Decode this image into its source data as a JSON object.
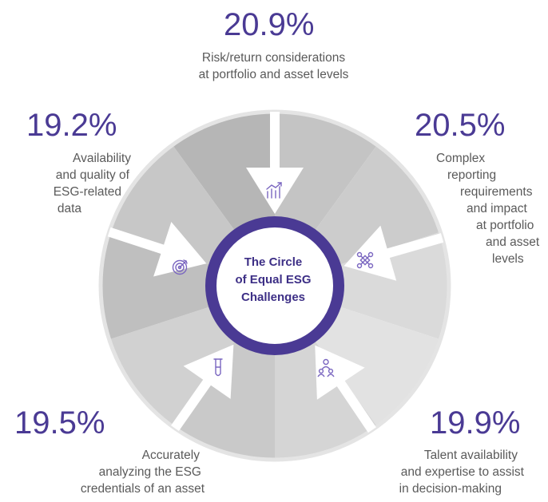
{
  "title": [
    "The Circle",
    "of Equal ESG",
    "Challenges"
  ],
  "segments": [
    {
      "percent": "20.9%",
      "label": [
        "Risk/return considerations",
        "at portfolio and asset levels"
      ],
      "icon": "bar-chart-icon"
    },
    {
      "percent": "20.5%",
      "label": [
        "Complex",
        "reporting",
        "requirements",
        "and impact",
        "at portfolio",
        "and asset",
        "levels"
      ],
      "icon": "network-icon"
    },
    {
      "percent": "19.9%",
      "label": [
        "Talent availability",
        "and expertise to assist",
        "in decision-making"
      ],
      "icon": "people-icon"
    },
    {
      "percent": "19.5%",
      "label": [
        "Accurately",
        "analyzing the ESG",
        "credentials of an asset"
      ],
      "icon": "test-tube-icon"
    },
    {
      "percent": "19.2%",
      "label": [
        "Availability",
        "and quality of",
        "ESG-related",
        "data"
      ],
      "icon": "target-icon"
    }
  ],
  "chart_data": {
    "type": "pie",
    "categories": [
      "Risk/return considerations at portfolio and asset levels",
      "Complex reporting requirements and impact at portfolio and asset levels",
      "Talent availability and expertise to assist in decision-making",
      "Accurately analyzing the ESG credentials of an asset",
      "Availability and quality of ESG-related data"
    ],
    "values": [
      20.9,
      20.5,
      19.9,
      19.5,
      19.2
    ],
    "title": "The Circle of Equal ESG Challenges"
  },
  "colors": {
    "accent": "#4a3a94",
    "ring": "#4a3a94",
    "text": "#5a5a5a",
    "arrow": "#ffffff",
    "wedges": [
      "#b6b6b6",
      "#c4c4c4",
      "#cccccc",
      "#dadada",
      "#e2e2e2",
      "#d5d5d5",
      "#c9c9c9",
      "#d1d1d1",
      "#bfbfbf",
      "#c7c7c7"
    ]
  }
}
